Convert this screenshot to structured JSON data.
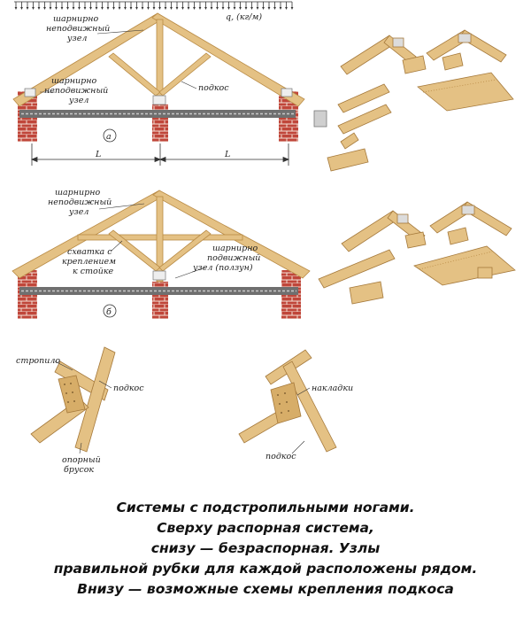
{
  "labels": {
    "scheme_a": {
      "top_node": [
        "шарнирно",
        "неподвижный",
        "узел"
      ],
      "load": "q, (кг/м)",
      "left_node": [
        "шарнирно",
        "неподвижный",
        "узел"
      ],
      "strut": "подкос",
      "span": "L",
      "marker": "а"
    },
    "scheme_b": {
      "top_node": [
        "шарнирно",
        "неподвижный",
        "узел"
      ],
      "tie": [
        "схватка с",
        "креплением",
        "к стойке"
      ],
      "slider_node": [
        "шарнирно",
        "подвижный",
        "узел (ползун)"
      ],
      "marker": "б"
    },
    "details": {
      "rafter": "стропило",
      "strut_left": "подкос",
      "support_bar": [
        "опорный",
        "брусок"
      ],
      "plates": "накладки",
      "strut_right": "подкос"
    }
  },
  "caption": [
    "Системы с подстропильными ногами.",
    "Сверху распорная система,",
    "снизу — безраспорная. Узлы",
    "правильной рубки для каждой расположены рядом.",
    "Внизу — возможные схемы крепления подкоса"
  ],
  "colors": {
    "wood": "#e4c184",
    "wood_dark": "#b98b45",
    "brick": "#c0463a",
    "beam": "#6f6f6f"
  }
}
